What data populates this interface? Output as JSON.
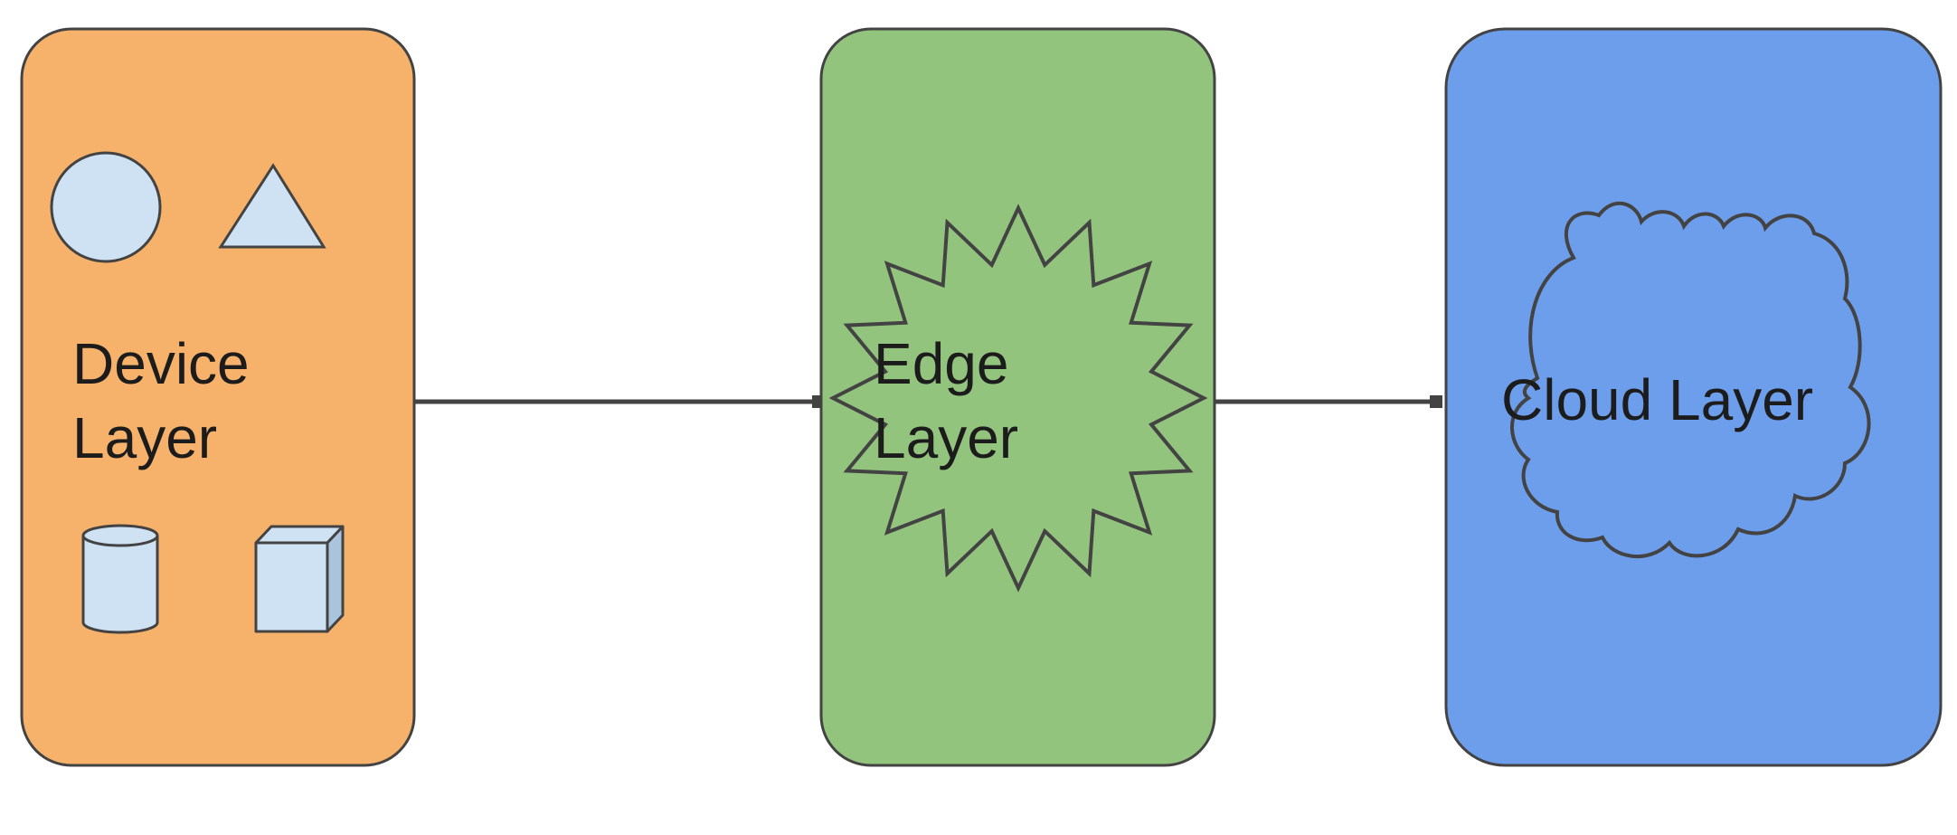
{
  "colors": {
    "device_layer_fill": "#f6b26b",
    "edge_layer_fill": "#93c47d",
    "cloud_layer_fill": "#6d9eeb",
    "shape_fill": "#cfe2f3",
    "stroke": "#434343"
  },
  "layers": {
    "device": {
      "label_line1": "Device",
      "label_line2": "Layer",
      "icons": [
        "circle-icon",
        "triangle-icon",
        "cylinder-icon",
        "cube-icon"
      ]
    },
    "edge": {
      "label_line1": "Edge",
      "label_line2": "Layer",
      "shape": "starburst-shape"
    },
    "cloud": {
      "label": "Cloud Layer",
      "shape": "cloud-shape"
    }
  },
  "connections": [
    {
      "from": "Device Layer",
      "to": "Edge Layer"
    },
    {
      "from": "Edge Layer",
      "to": "Cloud Layer"
    }
  ]
}
